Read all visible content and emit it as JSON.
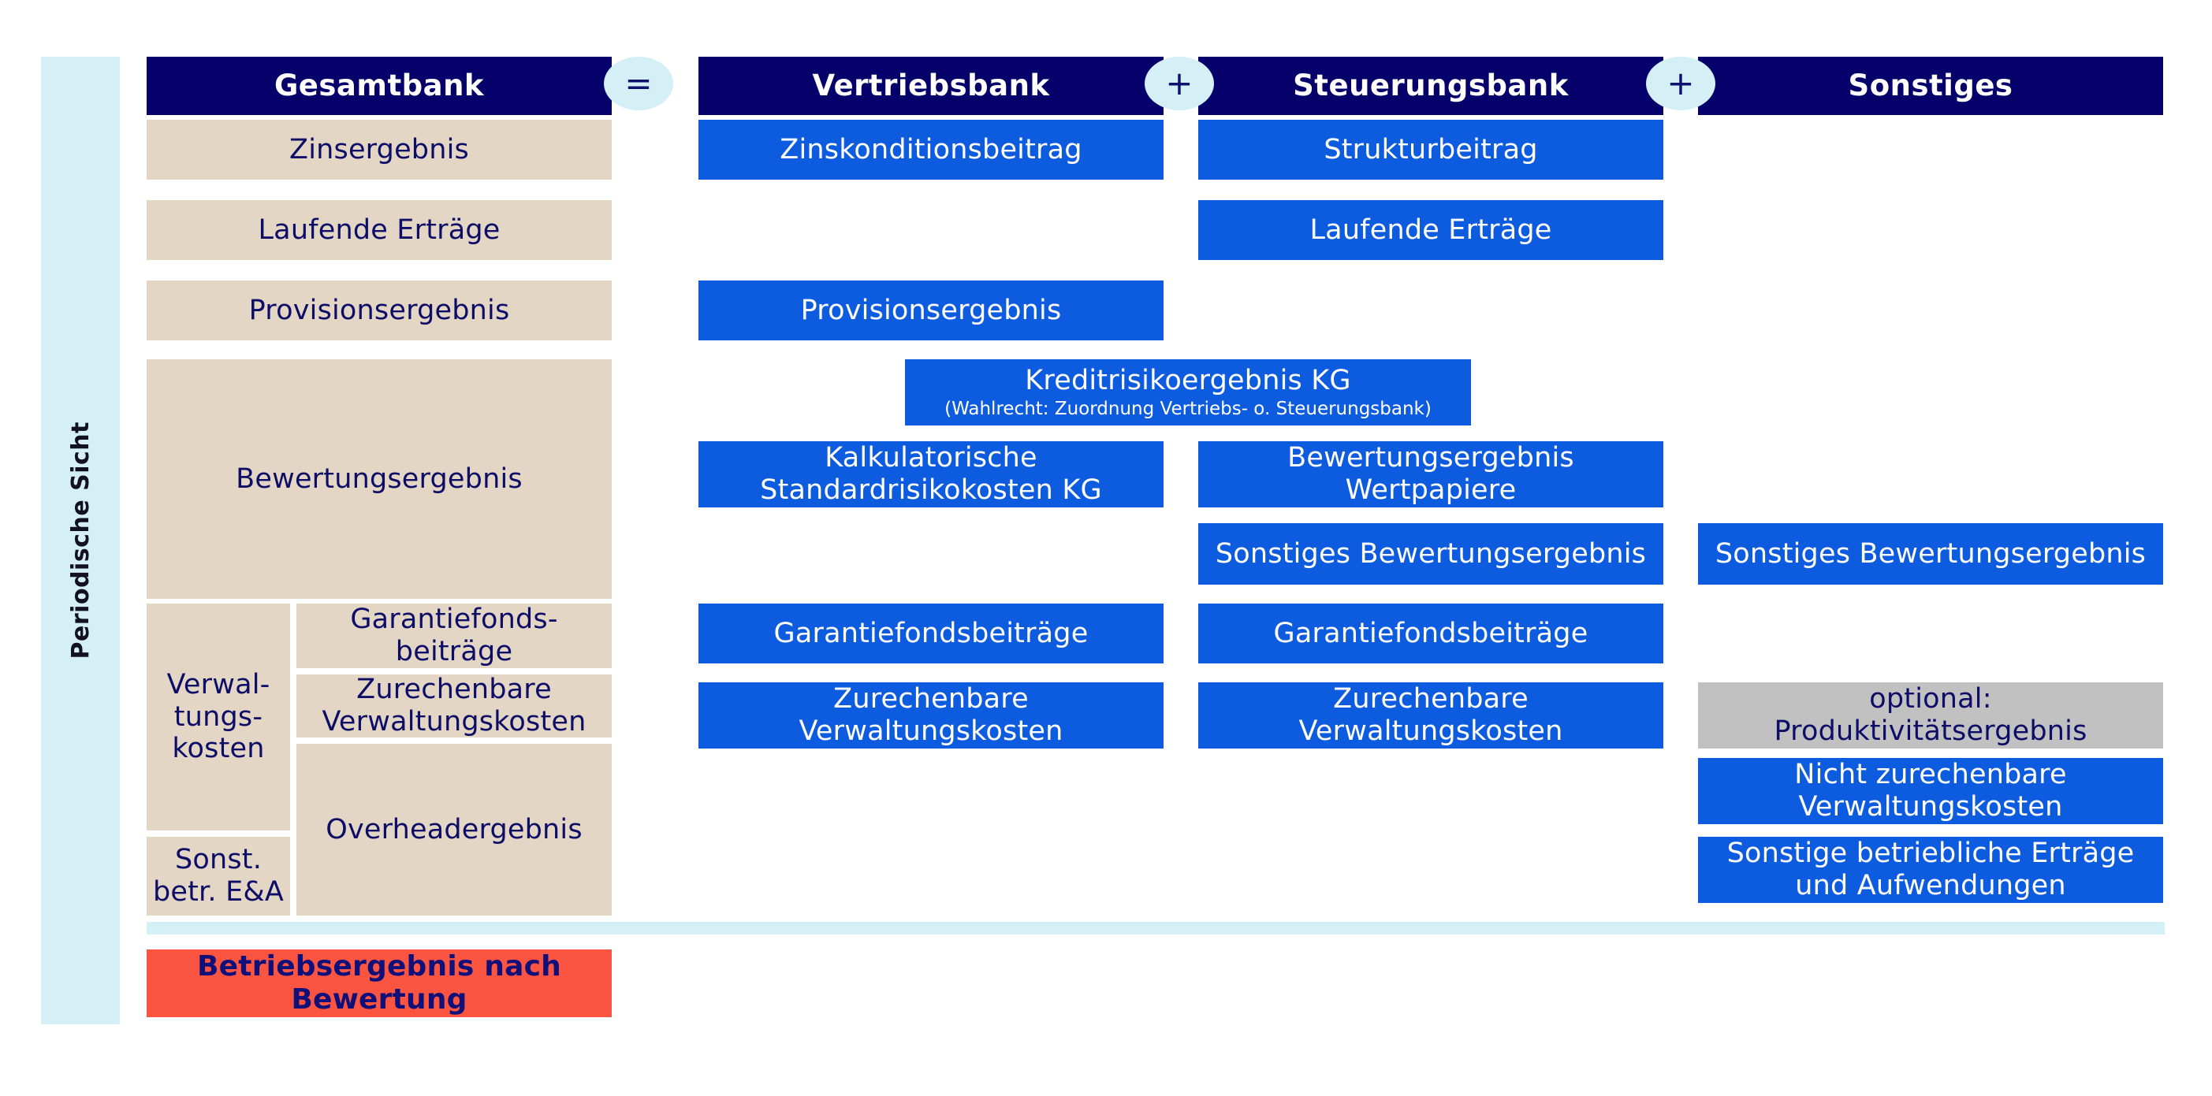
{
  "side_rail": {
    "label": "Periodische Sicht"
  },
  "operators": [
    {
      "name": "equals",
      "symbol": "="
    },
    {
      "name": "plus-1",
      "symbol": "+"
    },
    {
      "name": "plus-2",
      "symbol": "+"
    }
  ],
  "columns": [
    {
      "key": "gesamtbank",
      "header": "Gesamtbank",
      "items": [
        {
          "label": "Zinsergebnis",
          "style": "beige"
        },
        {
          "label": "Laufende Erträge",
          "style": "beige"
        },
        {
          "label": "Provisionsergebnis",
          "style": "beige"
        },
        {
          "label": "Bewertungsergebnis",
          "style": "beige"
        },
        {
          "label": "Verwal-\ntungs-\nkosten",
          "style": "beige"
        },
        {
          "label": "Sonst.\nbetr. E&A",
          "style": "beige"
        },
        {
          "label": "Garantiefonds-\nbeiträge",
          "style": "beige"
        },
        {
          "label": "Zurechenbare\nVerwaltungskosten",
          "style": "beige"
        },
        {
          "label": "Overheadergebnis",
          "style": "beige"
        }
      ],
      "result": {
        "label": "Betriebsergebnis nach\nBewertung",
        "style": "red"
      }
    },
    {
      "key": "vertriebsbank",
      "header": "Vertriebsbank",
      "items": [
        {
          "label": "Zinskonditionsbeitrag",
          "style": "blue"
        },
        {
          "label": "Provisionsergebnis",
          "style": "blue"
        },
        {
          "label": "Kalkulatorische\nStandardrisikokosten KG",
          "style": "blue"
        },
        {
          "label": "Garantiefondsbeiträge",
          "style": "blue"
        },
        {
          "label": "Zurechenbare\nVerwaltungskosten",
          "style": "blue"
        }
      ]
    },
    {
      "key": "steuerungsbank",
      "header": "Steuerungsbank",
      "items": [
        {
          "label": "Strukturbeitrag",
          "style": "blue"
        },
        {
          "label": "Laufende Erträge",
          "style": "blue"
        },
        {
          "label": "Bewertungsergebnis\nWertpapiere",
          "style": "blue"
        },
        {
          "label": "Sonstiges Bewertungsergebnis",
          "style": "blue"
        },
        {
          "label": "Garantiefondsbeiträge",
          "style": "blue"
        },
        {
          "label": "Zurechenbare\nVerwaltungskosten",
          "style": "blue"
        }
      ]
    },
    {
      "key": "sonstiges",
      "header": "Sonstiges",
      "items": [
        {
          "label": "Sonstiges Bewertungsergebnis",
          "style": "blue"
        },
        {
          "label": "optional:\nProduktivitätsergebnis",
          "style": "gray"
        },
        {
          "label": "Nicht zurechenbare\nVerwaltungskosten",
          "style": "blue"
        },
        {
          "label": "Sonstige betriebliche Erträge\nund Aufwendungen",
          "style": "blue"
        }
      ]
    }
  ],
  "spanning": {
    "kreditrisiko": {
      "title": "Kreditrisikoergebnis KG",
      "subtitle": "(Wahlrecht: Zuordnung Vertriebs- o. Steuerungsbank)",
      "style": "blue"
    }
  },
  "colors": {
    "navy": "#06006b",
    "blue": "#0d5ce0",
    "beige": "#e3d6c4",
    "gray": "#c1c1c1",
    "red": "#fb5541",
    "light_blue": "#d4eff5",
    "text_navy": "#0d0d68"
  }
}
